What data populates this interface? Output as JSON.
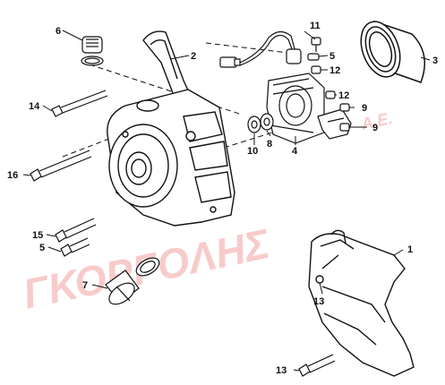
{
  "watermark": {
    "main": "ΓΚΟΡΓΟΛΗΣ",
    "suffix": "A.E.",
    "color": "#f2a0a0"
  },
  "callouts": [
    {
      "id": "c1",
      "label": "1"
    },
    {
      "id": "c2",
      "label": "2"
    },
    {
      "id": "c3",
      "label": "3"
    },
    {
      "id": "c4",
      "label": "4"
    },
    {
      "id": "c5a",
      "label": "5"
    },
    {
      "id": "c5b",
      "label": "5"
    },
    {
      "id": "c6",
      "label": "6"
    },
    {
      "id": "c7",
      "label": "7"
    },
    {
      "id": "c8",
      "label": "8"
    },
    {
      "id": "c9a",
      "label": "9"
    },
    {
      "id": "c9b",
      "label": "9"
    },
    {
      "id": "c10",
      "label": "10"
    },
    {
      "id": "c11",
      "label": "11"
    },
    {
      "id": "c12a",
      "label": "12"
    },
    {
      "id": "c12b",
      "label": "12"
    },
    {
      "id": "c13a",
      "label": "13"
    },
    {
      "id": "c13b",
      "label": "13"
    },
    {
      "id": "c14",
      "label": "14"
    },
    {
      "id": "c15",
      "label": "15"
    },
    {
      "id": "c16",
      "label": "16"
    }
  ],
  "colors": {
    "line": "#111111",
    "accent": "#b22222",
    "leader": "#b22222"
  }
}
